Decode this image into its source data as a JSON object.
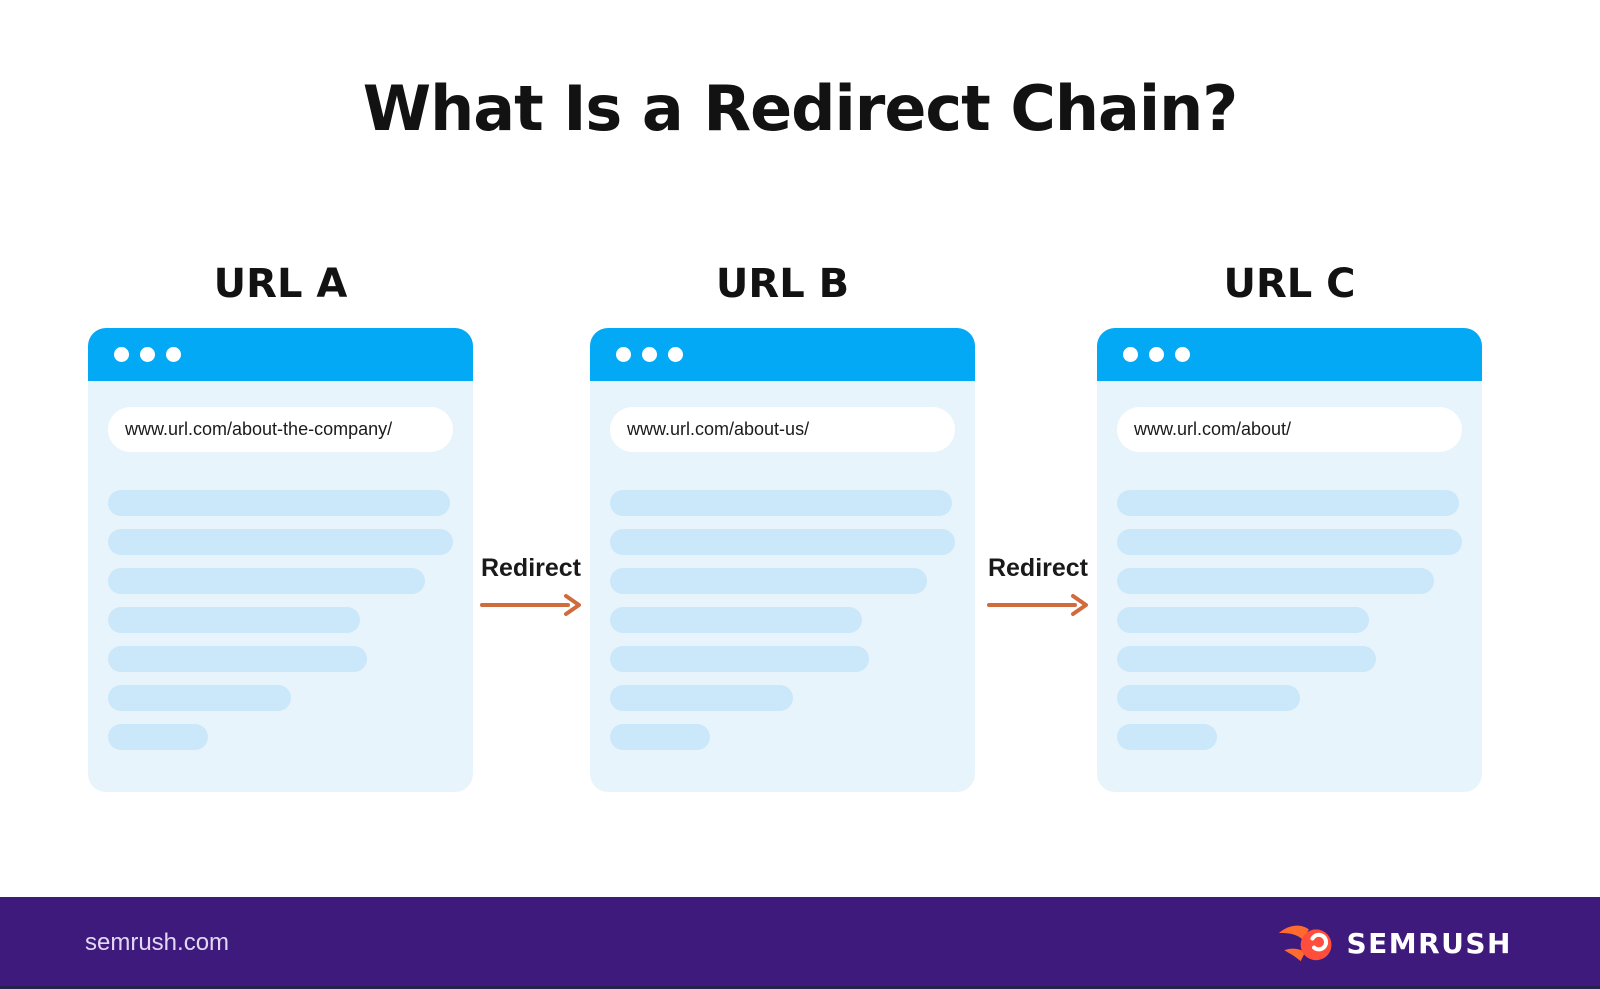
{
  "title": "What Is a Redirect Chain?",
  "windows": [
    {
      "label": "URL A",
      "url": "www.url.com/about-the-company/"
    },
    {
      "label": "URL B",
      "url": "www.url.com/about-us/"
    },
    {
      "label": "URL C",
      "url": "www.url.com/about/"
    }
  ],
  "redirects": [
    {
      "label": "Redirect"
    },
    {
      "label": "Redirect"
    }
  ],
  "skeleton": {
    "line_widths_pct": [
      99,
      100,
      92,
      73,
      75,
      53,
      29
    ]
  },
  "footer": {
    "site": "semrush.com",
    "brand": "SEMRUSH"
  },
  "icons": {
    "window_controls": "three-dots",
    "redirect_arrow": "right-arrow",
    "brand_logo": "semrush-flame-ball"
  },
  "colors": {
    "titlebar_blue": "#04A9F5",
    "window_body_blue": "#E8F4FC",
    "skeleton_line_blue": "#CBE7FA",
    "arrow_orange": "#D06B3E",
    "footer_purple": "#3F1A7D",
    "brand_flame_orange": "#FF6A2E",
    "brand_ball_orange": "#FF4E3B",
    "text_black": "#121212"
  }
}
